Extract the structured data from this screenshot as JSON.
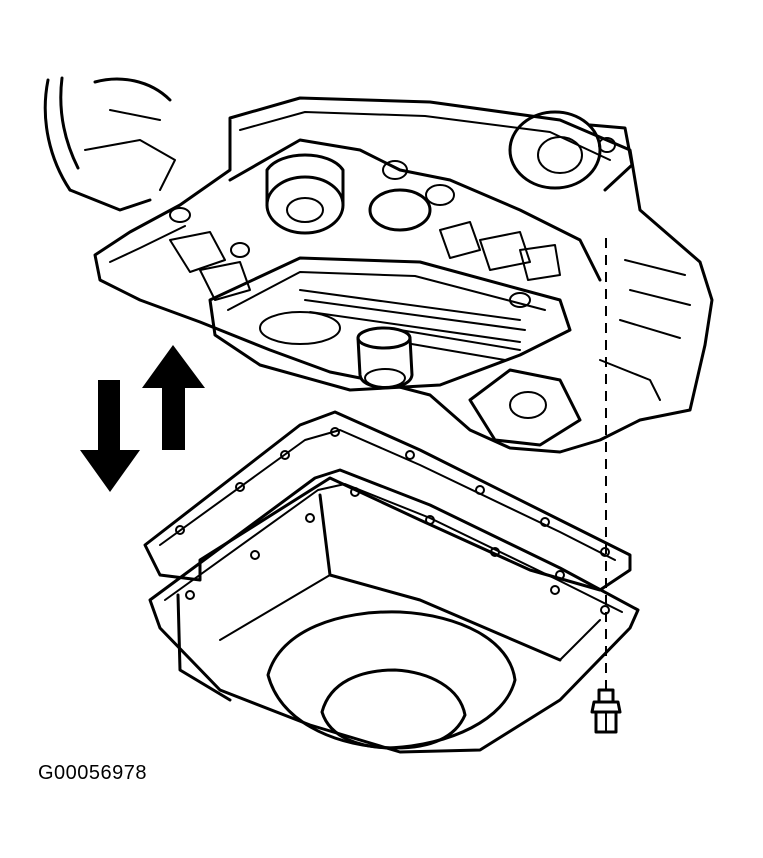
{
  "figure": {
    "id_label": "G00056978",
    "colors": {
      "line": "#000000",
      "background": "#ffffff"
    },
    "parts": [
      "transmission-case",
      "valve-body",
      "filter",
      "oil-pan-gasket",
      "oil-pan",
      "pan-bolt"
    ],
    "arrows": [
      "remove-arrow-down",
      "install-arrow-up"
    ]
  }
}
